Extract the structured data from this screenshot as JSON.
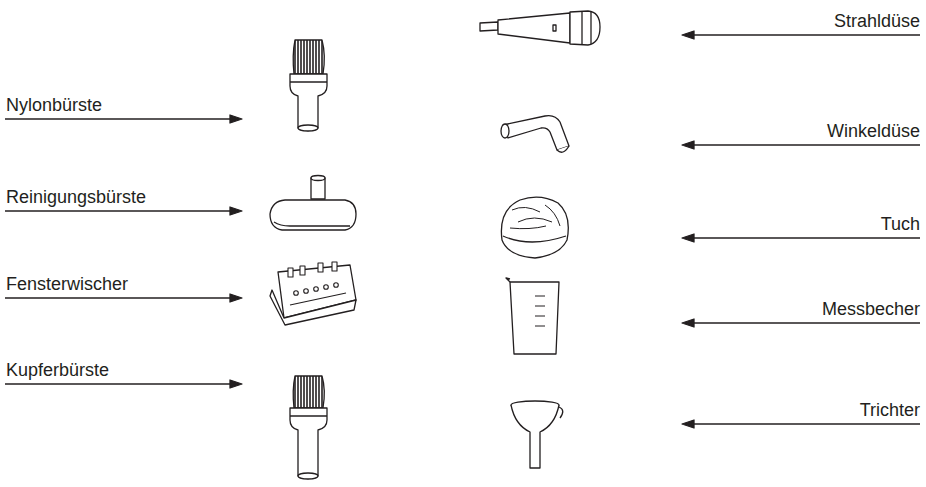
{
  "diagram": {
    "labels": [
      "Nylonbürste",
      "Reinigungsbürste",
      "Fensterwischer",
      "Kupferbürste",
      "Strahldüse",
      "Winkeldüse",
      "Tuch",
      "Messbecher",
      "Trichter"
    ]
  }
}
